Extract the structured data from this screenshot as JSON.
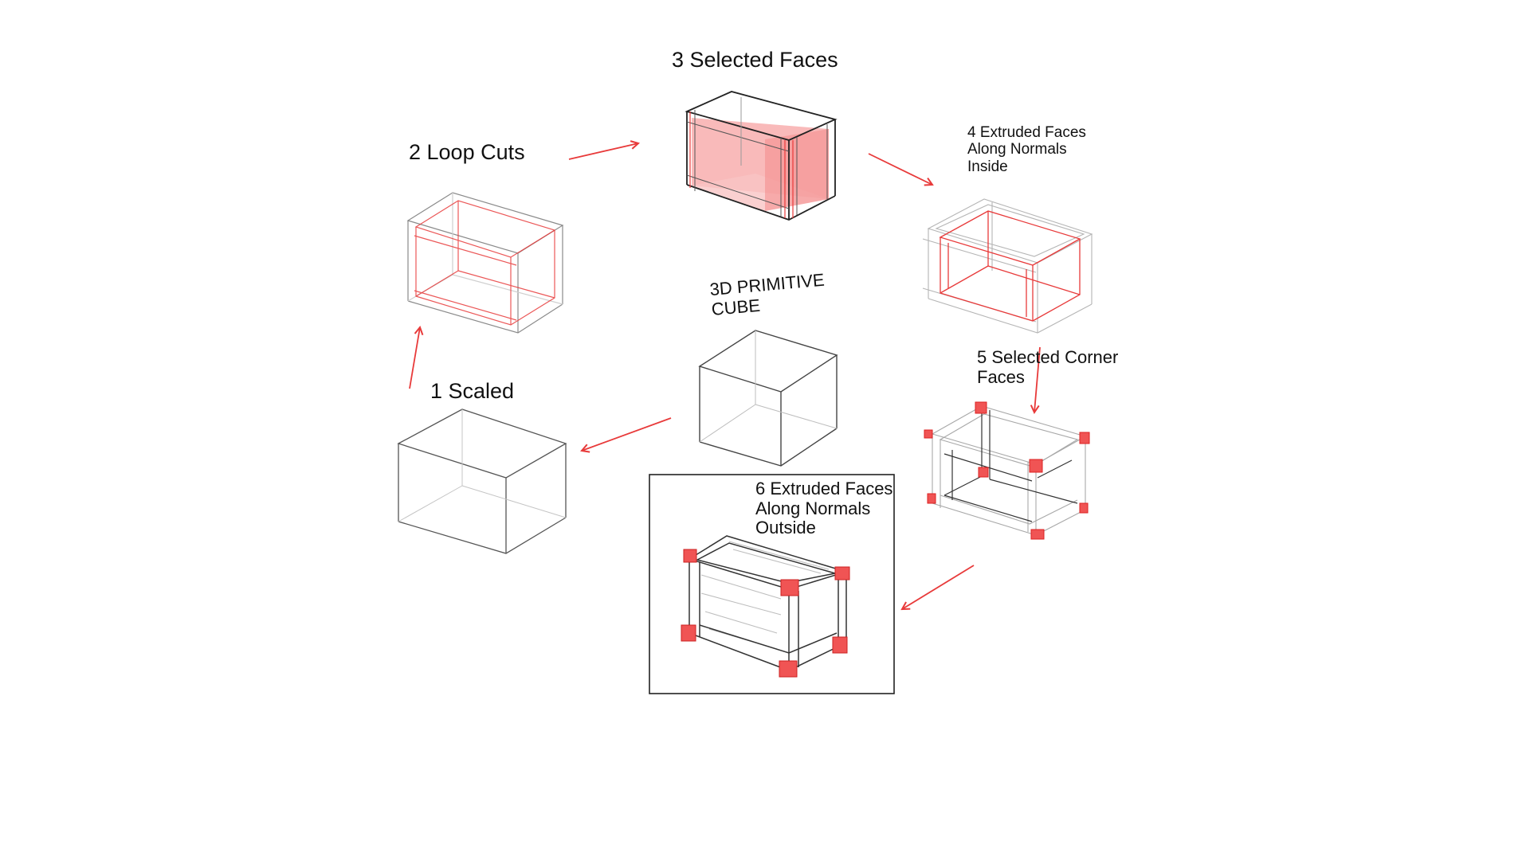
{
  "steps": {
    "primitive": {
      "lines": [
        "3D PRIMITIVE",
        "CUBE"
      ]
    },
    "scaled": {
      "label": "1 Scaled"
    },
    "loop_cuts": {
      "label": "2 Loop Cuts"
    },
    "selected_faces": {
      "label": "3 Selected Faces"
    },
    "extruded_inside": {
      "lines": [
        "4 Extruded Faces",
        "Along Normals",
        "Inside"
      ]
    },
    "corner_faces": {
      "lines": [
        "5 Selected Corner",
        "Faces"
      ]
    },
    "extruded_outside": {
      "lines": [
        "6 Extruded Faces",
        "Along Normals",
        "Outside"
      ]
    }
  },
  "colors": {
    "ink": "#2a2a2a",
    "pencil": "#8a8a8a",
    "accent": "#e83a3a",
    "accent_fill": "#f26b6b",
    "highlight": "#f7b5b5"
  },
  "icons": {
    "flow": "red-arrow",
    "box": "framed-crate"
  }
}
